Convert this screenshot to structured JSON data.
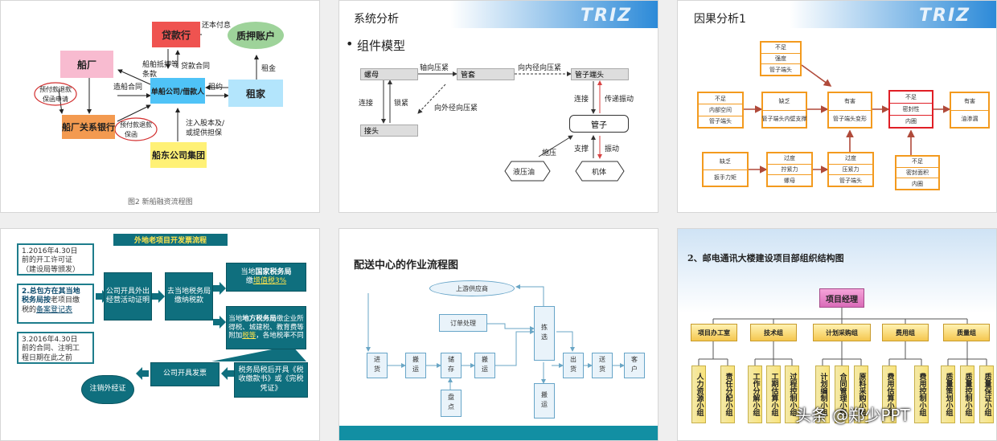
{
  "panel1": {
    "caption": "图2 新船融资流程图",
    "boxes": {
      "loan_bank": "贷款行",
      "pledge": "质押账户",
      "shipyard": "船厂",
      "single_ship": "单船公司/借款人",
      "lessee": "租家",
      "shipyard_bank": "船厂关系银行",
      "owner_group": "船东公司集团"
    },
    "labels": {
      "repay": "还本付息",
      "mortgage1": "船舶抵押等",
      "mortgage2": "条款",
      "loan_contract": "贷款合同",
      "build_contract": "造船合同",
      "charter": "租约",
      "rent": "租金",
      "inject1": "注入股本及/",
      "inject2": "或提供担保",
      "prepay_apply1": "预付款退款",
      "prepay_apply2": "保函申请",
      "prepay_guar1": "预付款退款",
      "prepay_guar2": "保函"
    }
  },
  "panel2": {
    "title": "系统分析",
    "logo": "TRIZ",
    "bullet": "组件模型",
    "boxes": {
      "nut": "螺母",
      "sleeve": "管套",
      "pipe_head": "管子端头",
      "joint": "接头",
      "pipe": "管子",
      "oil": "液压油",
      "body": "机体"
    },
    "labels": {
      "axial": "轴向压紧",
      "inner_radial": "向内径向压紧",
      "connect1": "连接",
      "lock": "锁紧",
      "outer_radial": "向外径向压紧",
      "connect2": "连接",
      "transmit": "传递振动",
      "press": "施压",
      "support": "支撑",
      "vibrate": "振动"
    }
  },
  "panel3": {
    "title": "因果分析1",
    "logo": "TRIZ",
    "boxes": [
      [
        "不足",
        "强度",
        "管子端头"
      ],
      [
        "不足",
        "内部空间",
        "管子端头"
      ],
      [
        "缺乏",
        "管子端头内壁支撑"
      ],
      [
        "有害",
        "管子端头变形"
      ],
      [
        "不足",
        "密封性",
        "内圈"
      ],
      [
        "有害",
        "油渗漏"
      ],
      [
        "缺乏",
        "扳手力矩"
      ],
      [
        "过度",
        "拧紧力",
        "螺母"
      ],
      [
        "过度",
        "压紧力",
        "管子端头"
      ],
      [
        "不足",
        "密封面积",
        "内圈"
      ]
    ]
  },
  "panel4": {
    "title": "外地老项目开发票流程",
    "docs": {
      "d1_a": "1.2016年4.30日",
      "d1_b": "前的开工许可证",
      "d1_c": "（建设局等颁发）",
      "d2_a": "2.总包方在其当地",
      "d2_b": "税务局按",
      "d2_c": "老项目缴",
      "d2_d": "税的",
      "d2_e": "备案登记表",
      "d3_a": "3.2016年4.30日",
      "d3_b": "前的合同、注明工",
      "d3_c": "程日期在此之前"
    },
    "boxes": {
      "b1": "公司开具外出经营活动证明",
      "b2": "去当地税务局缴纳税款",
      "b3a": "当地",
      "b3b": "国家税务局",
      "b3c": "缴",
      "b3d": "增值税3%",
      "b4a": "当地",
      "b4b": "地方税务局",
      "b4c": "缴企业所得税、城建税、教育费等附加",
      "b4d": "税等",
      "b4e": "，各地税率不同",
      "b5": "税务局税后开具《税收缴款书》或《完税凭证》",
      "b6": "公司开具发票",
      "b7": "注销外经证"
    }
  },
  "panel5": {
    "title": "配送中心的作业流程图",
    "nodes": {
      "supplier": "上游供应商",
      "order": "订单处理",
      "pick": "拣选",
      "receive": "进货",
      "carry1": "搬运",
      "store": "储存",
      "carry2": "搬运",
      "ship": "出货",
      "deliver": "送货",
      "customer": "客户",
      "inventory": "盘点",
      "carry3": "搬运"
    }
  },
  "panel6": {
    "title": "2、邮电通讯大楼建设项目部组织结构图",
    "root": "项目经理",
    "groups": [
      {
        "name": "项目办工室",
        "subs": [
          "人力资源小组",
          "责任分配小组"
        ]
      },
      {
        "name": "技术组",
        "subs": [
          "工作分解小组",
          "工期估算小组",
          "过程控制小组"
        ]
      },
      {
        "name": "计划采购组",
        "subs": [
          "计划编制小组",
          "合同管理小组",
          "原料采购小组"
        ]
      },
      {
        "name": "费用组",
        "subs": [
          "费用估算小组",
          "费用控制小组"
        ]
      },
      {
        "name": "质量组",
        "subs": [
          "质量策划小组",
          "质量控制小组",
          "质量保证小组"
        ]
      }
    ],
    "watermark": "头条 @郑少PPT"
  }
}
